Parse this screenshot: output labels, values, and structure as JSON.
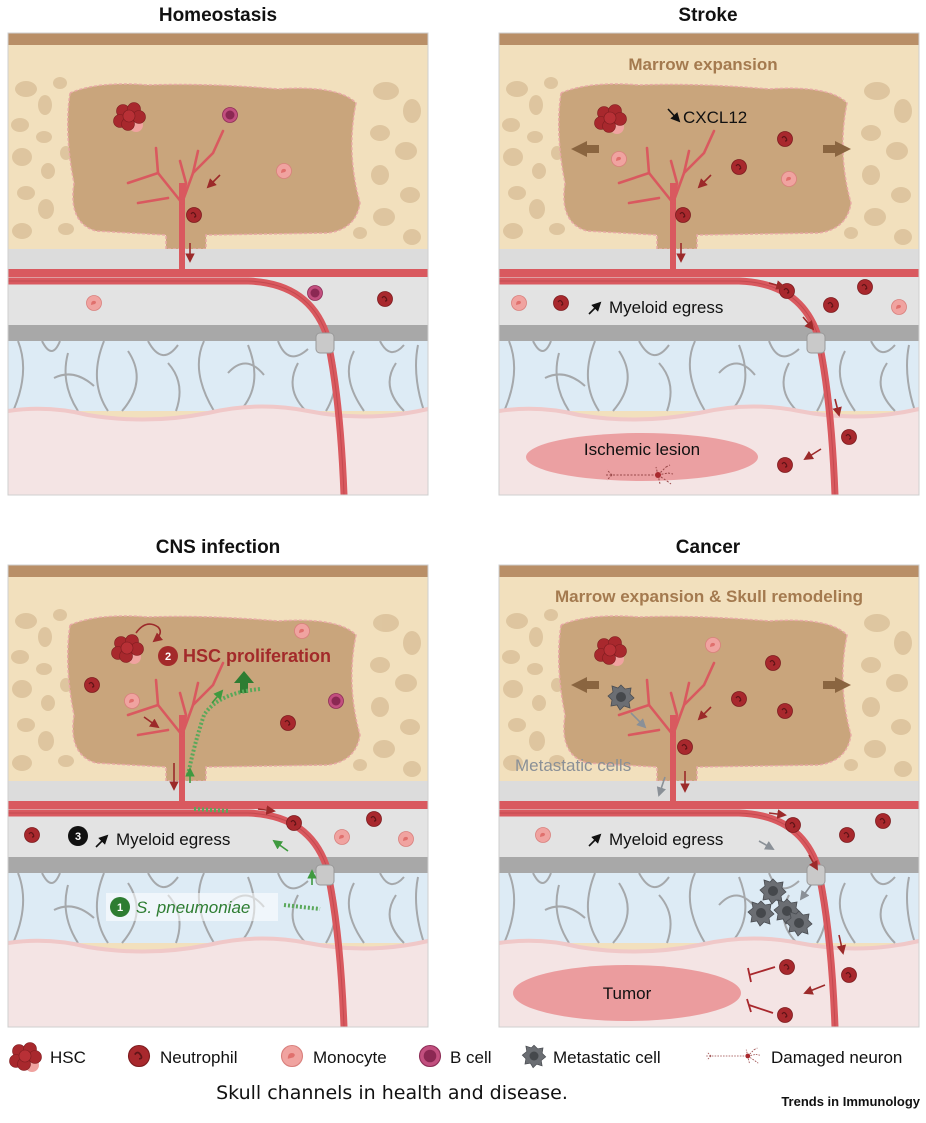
{
  "panels": {
    "homeostasis": {
      "title": "Homeostasis"
    },
    "stroke": {
      "title": "Stroke",
      "banner": "Marrow expansion",
      "cxcl12": "CXCL12",
      "egress": "Myeloid egress",
      "lesion": "Ischemic lesion"
    },
    "cns": {
      "title": "CNS infection",
      "step1_num": "1",
      "step1_label": "S. pneumoniae",
      "step2_num": "2",
      "step2_label": "HSC proliferation",
      "step3_num": "3",
      "step3_label": "Myeloid egress"
    },
    "cancer": {
      "title": "Cancer",
      "banner": "Marrow expansion & Skull remodeling",
      "metastatic": "Metastatic cells",
      "egress": "Myeloid egress",
      "tumor": "Tumor"
    }
  },
  "legend": [
    {
      "icon": "hsc-icon",
      "label": "HSC"
    },
    {
      "icon": "neutrophil-icon",
      "label": "Neutrophil"
    },
    {
      "icon": "monocyte-icon",
      "label": "Monocyte"
    },
    {
      "icon": "b-cell-icon",
      "label": "B cell"
    },
    {
      "icon": "metastatic-cell-icon",
      "label": "Metastatic cell"
    },
    {
      "icon": "damaged-neuron-icon",
      "label": "Damaged neuron"
    }
  ],
  "caption": "Skull channels in health and disease.",
  "journal": "Trends in Immunology",
  "colors": {
    "bone": "#f2e0bd",
    "marrow": "#c9a57c",
    "vessel": "#d9595f",
    "neutrophil": "#a8282d",
    "monocyte": "#f0a3a0",
    "b_cell": "#b0406e",
    "metastatic": "#6b6e73",
    "bacteria": "#5aa85a"
  }
}
